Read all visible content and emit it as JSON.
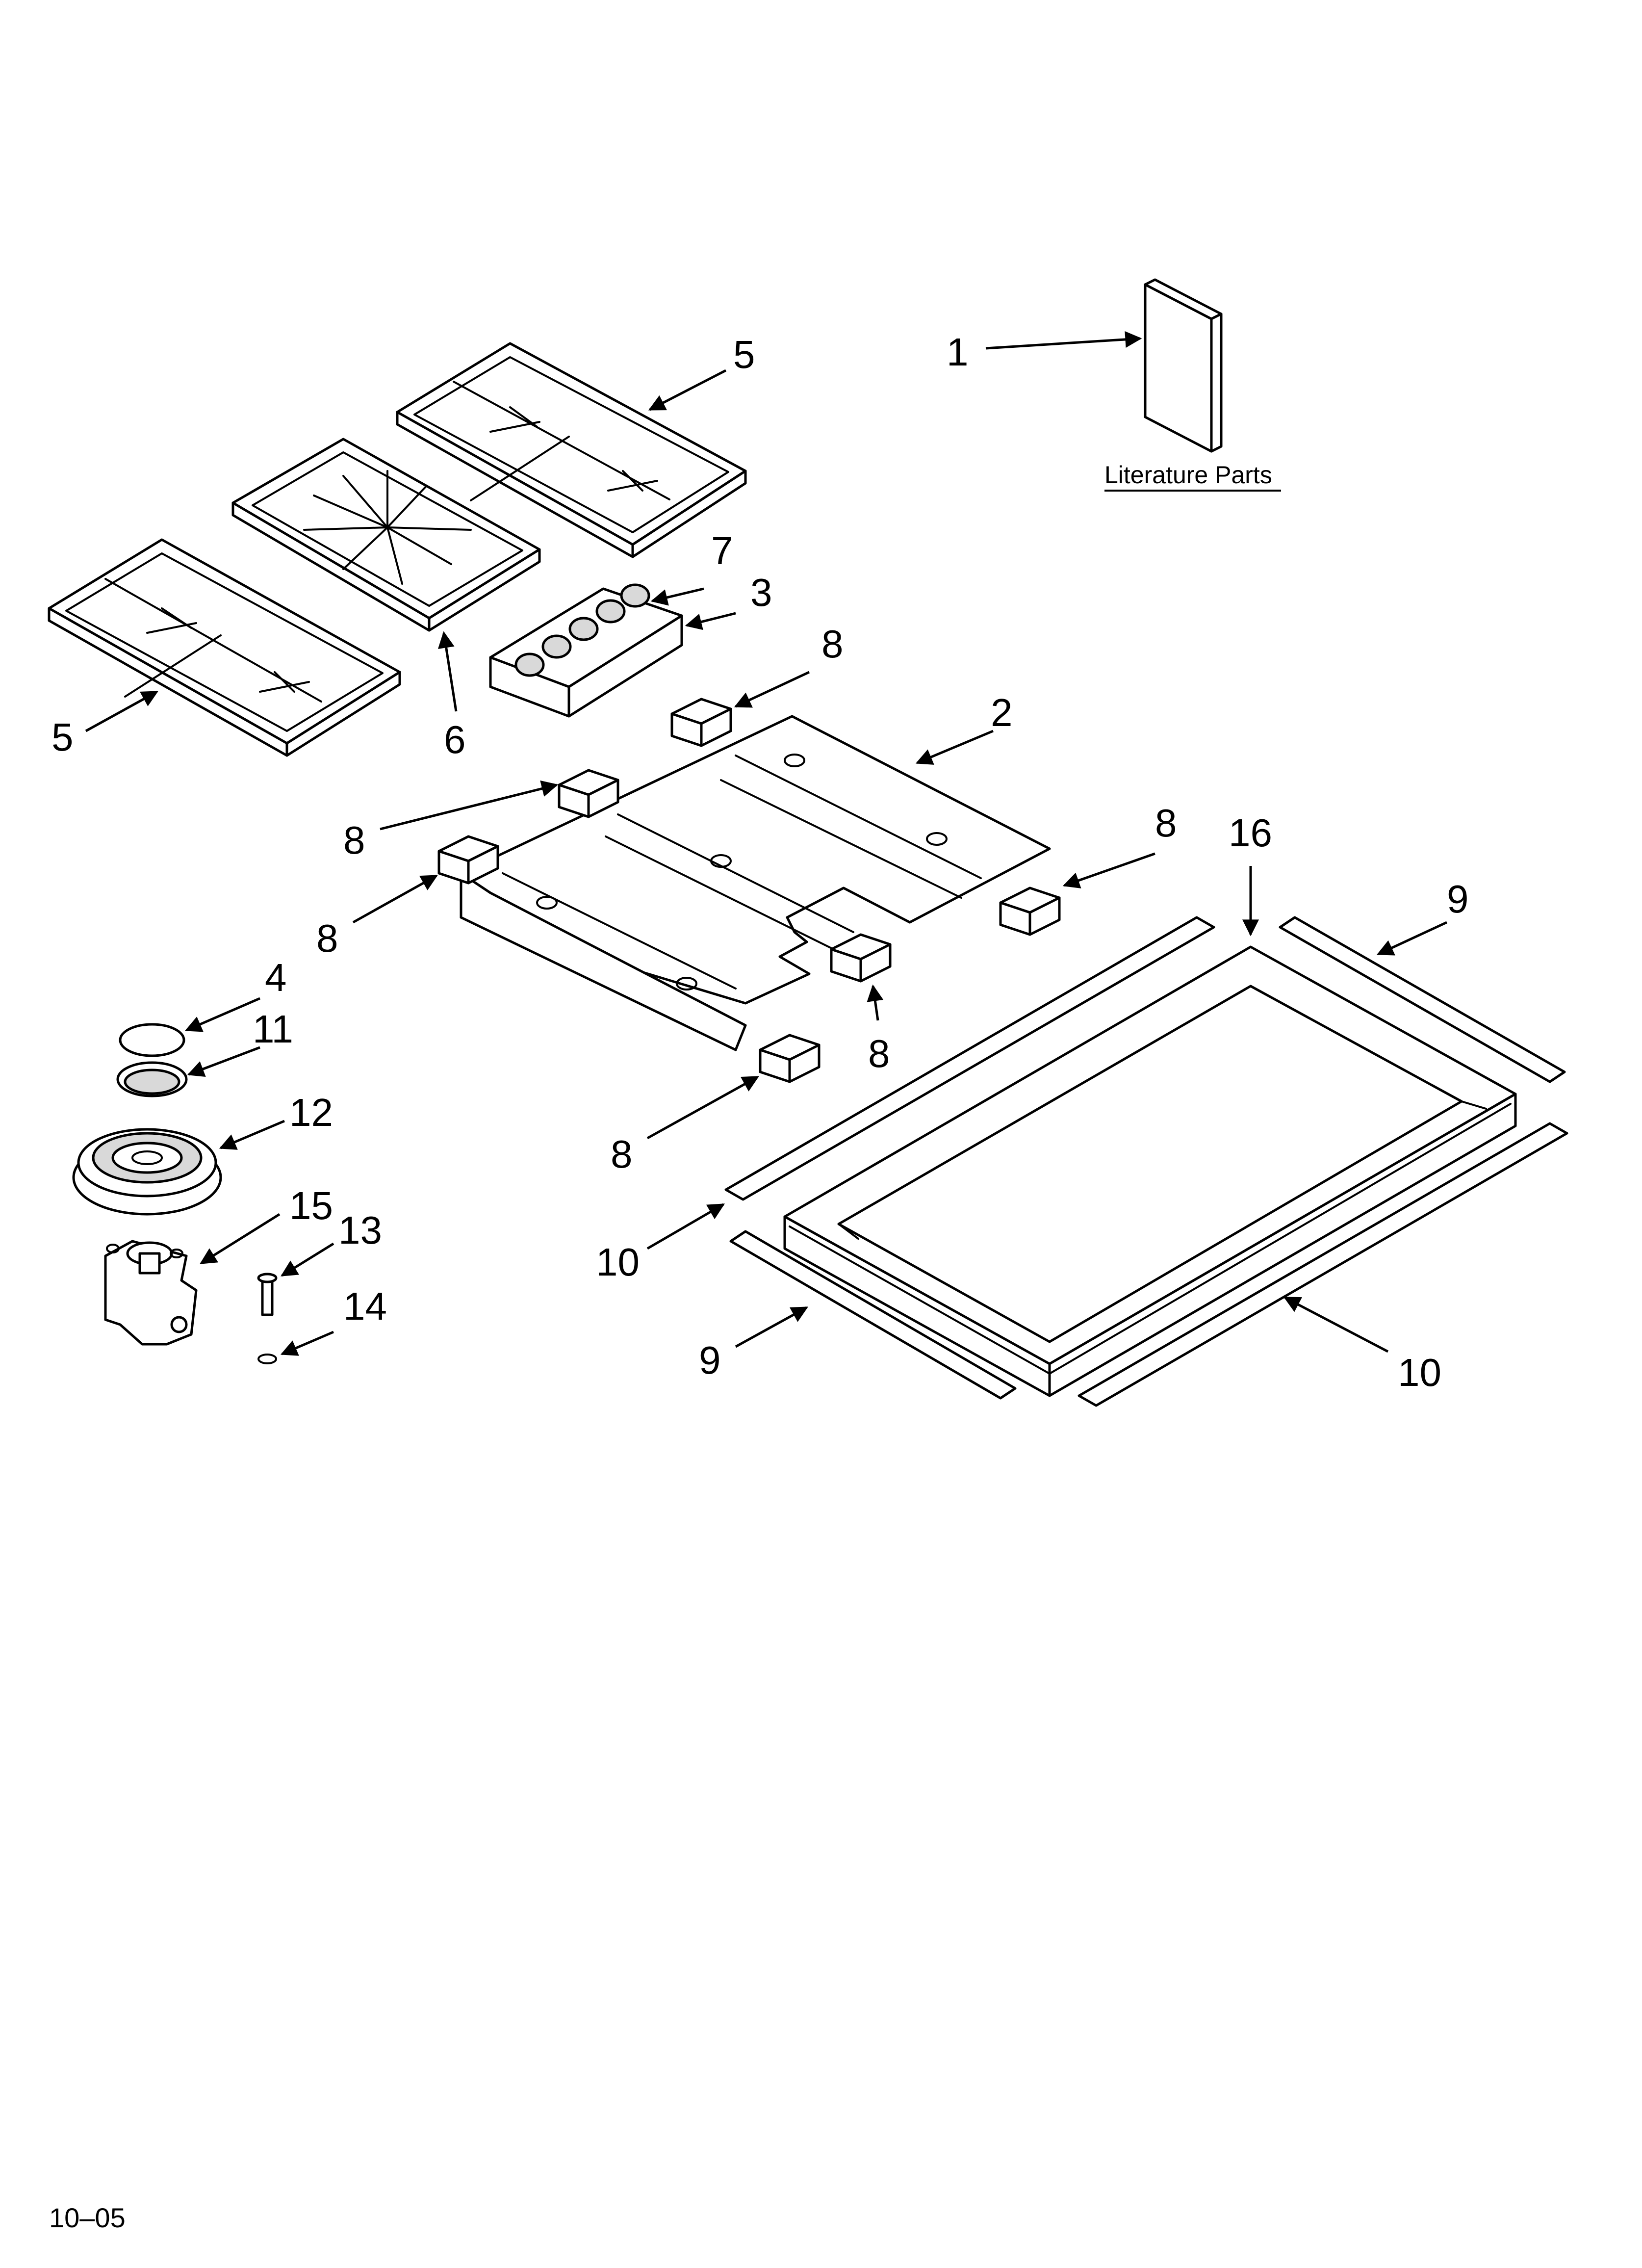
{
  "parts_diagram": {
    "callouts": {
      "c1": "1",
      "c2": "2",
      "c3": "3",
      "c4": "4",
      "c5a": "5",
      "c5b": "5",
      "c6": "6",
      "c7": "7",
      "c8a": "8",
      "c8b": "8",
      "c8c": "8",
      "c8d": "8",
      "c8e": "8",
      "c8f": "8",
      "c9a": "9",
      "c9b": "9",
      "c10a": "10",
      "c10b": "10",
      "c11": "11",
      "c12": "12",
      "c13": "13",
      "c14": "14",
      "c15": "15",
      "c16": "16"
    },
    "literature_label": "Literature Parts",
    "footer_code": "10–05"
  }
}
